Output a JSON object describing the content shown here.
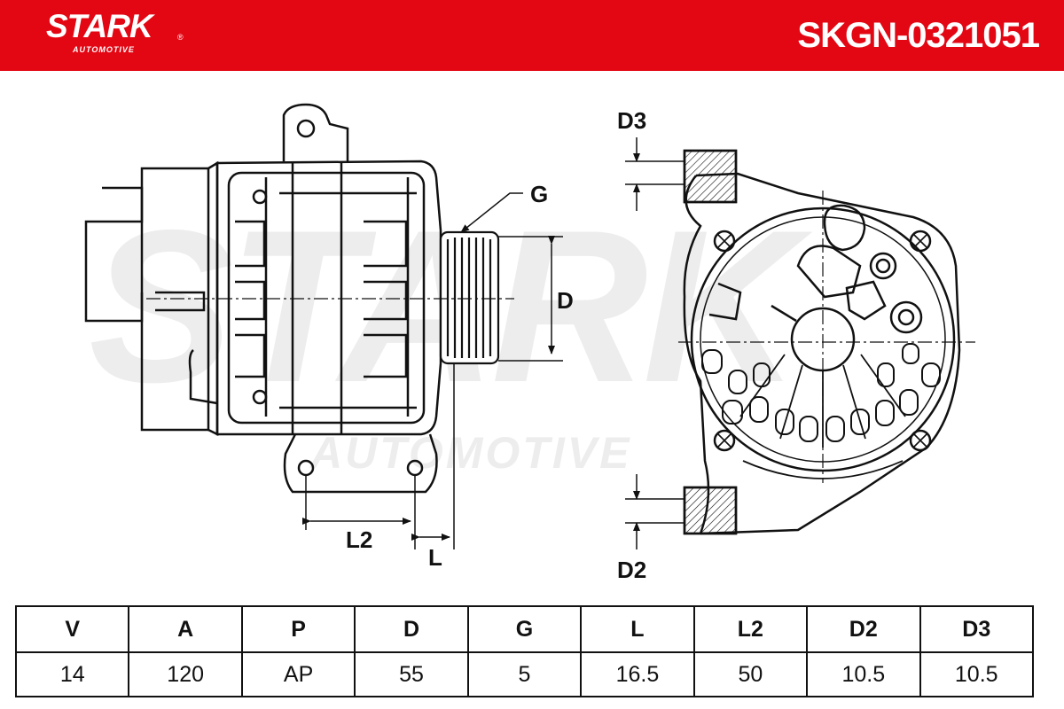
{
  "brand": {
    "name": "STARK",
    "sub": "AUTOMOTIVE",
    "reg_mark": "®"
  },
  "part_number": "SKGN-0321051",
  "watermark": {
    "main": "STARK",
    "sub": "AUTOMOTIVE"
  },
  "colors": {
    "header_bg": "#e30613",
    "header_text": "#ffffff",
    "line": "#111111",
    "watermark": "#ededed"
  },
  "drawing_labels": {
    "g": "G",
    "d": "D",
    "l2": "L2",
    "l": "L",
    "d3": "D3",
    "d2": "D2"
  },
  "specs": {
    "headers": [
      "V",
      "A",
      "P",
      "D",
      "G",
      "L",
      "L2",
      "D2",
      "D3"
    ],
    "values": [
      "14",
      "120",
      "AP",
      "55",
      "5",
      "16.5",
      "50",
      "10.5",
      "10.5"
    ]
  }
}
